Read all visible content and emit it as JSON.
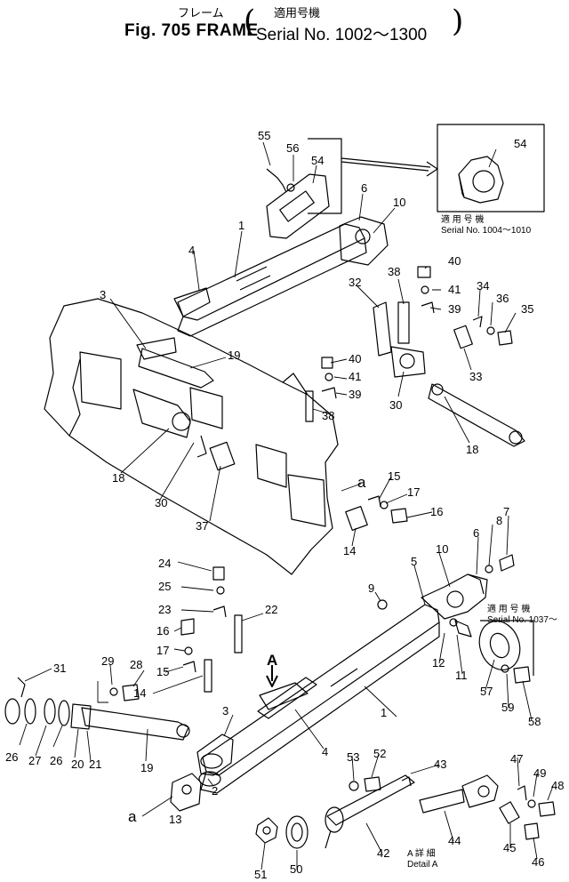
{
  "header": {
    "jp_title": "フレーム",
    "figure_title": "Fig. 705 FRAME",
    "jp_serial": "適用号機",
    "serial_range": "Serial No. 1002～1300"
  },
  "insets": {
    "upper": {
      "jp": "適 用 号 機",
      "serial": "Serial No. 1004～1010"
    },
    "right": {
      "jp": "適 用 号 機",
      "serial": "Serial No. 1037～"
    },
    "detail": {
      "jp": "A 詳 細",
      "en": "Detail A"
    }
  },
  "letters": {
    "a_upper": "a",
    "a_lower": "a",
    "A_arrow": "A"
  },
  "callouts": [
    {
      "id": "c55",
      "label": "55"
    },
    {
      "id": "c56",
      "label": "56"
    },
    {
      "id": "c54a",
      "label": "54"
    },
    {
      "id": "c54b",
      "label": "54"
    },
    {
      "id": "c6a",
      "label": "6"
    },
    {
      "id": "c10a",
      "label": "10"
    },
    {
      "id": "c1a",
      "label": "1"
    },
    {
      "id": "c4a",
      "label": "4"
    },
    {
      "id": "c3a",
      "label": "3"
    },
    {
      "id": "c19a",
      "label": "19"
    },
    {
      "id": "c38a",
      "label": "38"
    },
    {
      "id": "c40a",
      "label": "40"
    },
    {
      "id": "c41a",
      "label": "41"
    },
    {
      "id": "c39a",
      "label": "39"
    },
    {
      "id": "c32",
      "label": "32"
    },
    {
      "id": "c34",
      "label": "34"
    },
    {
      "id": "c36",
      "label": "36"
    },
    {
      "id": "c35",
      "label": "35"
    },
    {
      "id": "c33",
      "label": "33"
    },
    {
      "id": "c30a",
      "label": "30"
    },
    {
      "id": "c18a",
      "label": "18"
    },
    {
      "id": "c40b",
      "label": "40"
    },
    {
      "id": "c41b",
      "label": "41"
    },
    {
      "id": "c39b",
      "label": "39"
    },
    {
      "id": "c38b",
      "label": "38"
    },
    {
      "id": "c18b",
      "label": "18"
    },
    {
      "id": "c30b",
      "label": "30"
    },
    {
      "id": "c37",
      "label": "37"
    },
    {
      "id": "c15a",
      "label": "15"
    },
    {
      "id": "c17a",
      "label": "17"
    },
    {
      "id": "c16a",
      "label": "16"
    },
    {
      "id": "c14a",
      "label": "14"
    },
    {
      "id": "c24",
      "label": "24"
    },
    {
      "id": "c25",
      "label": "25"
    },
    {
      "id": "c23",
      "label": "23"
    },
    {
      "id": "c22",
      "label": "22"
    },
    {
      "id": "c16b",
      "label": "16"
    },
    {
      "id": "c17b",
      "label": "17"
    },
    {
      "id": "c15b",
      "label": "15"
    },
    {
      "id": "c14b",
      "label": "14"
    },
    {
      "id": "c31",
      "label": "31"
    },
    {
      "id": "c29",
      "label": "29"
    },
    {
      "id": "c28",
      "label": "28"
    },
    {
      "id": "c26a",
      "label": "26"
    },
    {
      "id": "c27",
      "label": "27"
    },
    {
      "id": "c26b",
      "label": "26"
    },
    {
      "id": "c20",
      "label": "20"
    },
    {
      "id": "c21",
      "label": "21"
    },
    {
      "id": "c19b",
      "label": "19"
    },
    {
      "id": "c3b",
      "label": "3"
    },
    {
      "id": "c2",
      "label": "2"
    },
    {
      "id": "c13",
      "label": "13"
    },
    {
      "id": "c4b",
      "label": "4"
    },
    {
      "id": "c1b",
      "label": "1"
    },
    {
      "id": "c9",
      "label": "9"
    },
    {
      "id": "c5",
      "label": "5"
    },
    {
      "id": "c10b",
      "label": "10"
    },
    {
      "id": "c6b",
      "label": "6"
    },
    {
      "id": "c8",
      "label": "8"
    },
    {
      "id": "c7",
      "label": "7"
    },
    {
      "id": "c12",
      "label": "12"
    },
    {
      "id": "c11",
      "label": "11"
    },
    {
      "id": "c57",
      "label": "57"
    },
    {
      "id": "c59",
      "label": "59"
    },
    {
      "id": "c58",
      "label": "58"
    },
    {
      "id": "c53",
      "label": "53"
    },
    {
      "id": "c52",
      "label": "52"
    },
    {
      "id": "c43",
      "label": "43"
    },
    {
      "id": "c47",
      "label": "47"
    },
    {
      "id": "c49",
      "label": "49"
    },
    {
      "id": "c48",
      "label": "48"
    },
    {
      "id": "c44",
      "label": "44"
    },
    {
      "id": "c45",
      "label": "45"
    },
    {
      "id": "c46",
      "label": "46"
    },
    {
      "id": "c42",
      "label": "42"
    },
    {
      "id": "c51",
      "label": "51"
    },
    {
      "id": "c50",
      "label": "50"
    }
  ]
}
